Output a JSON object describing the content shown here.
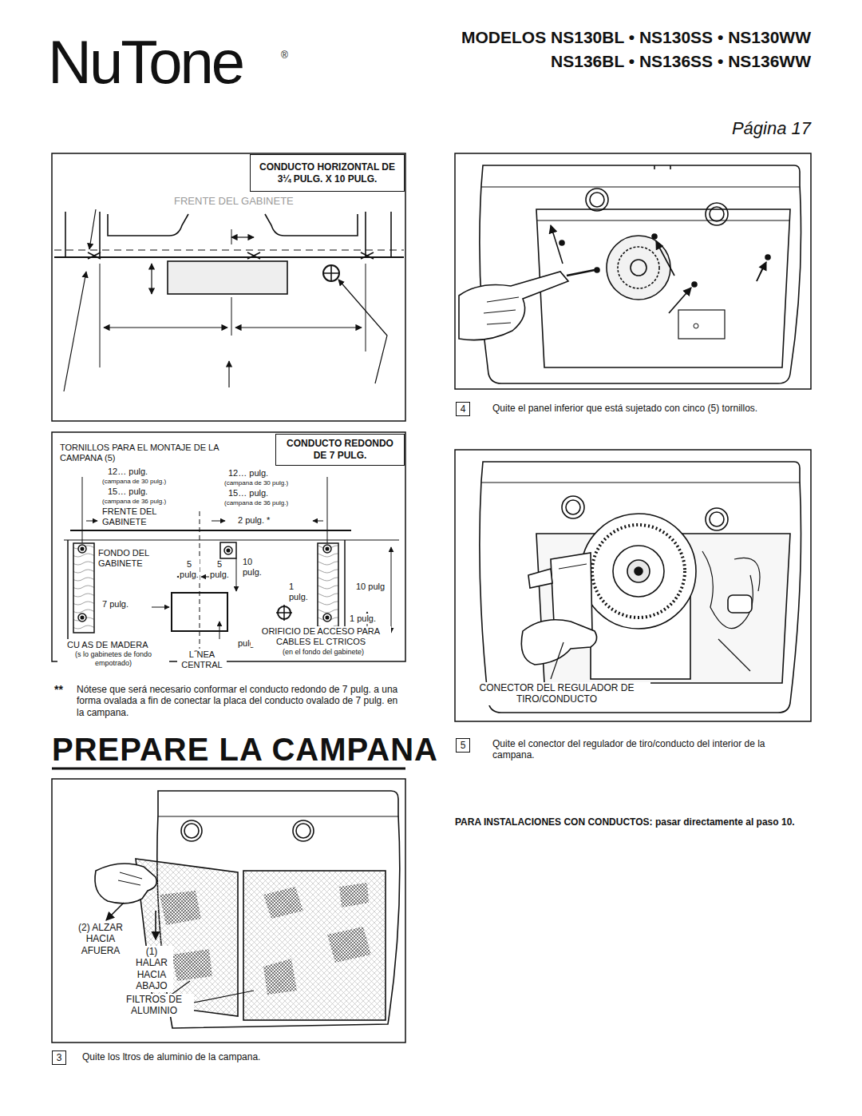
{
  "diagram": {
    "title": "PREPARE LA CAMPANA",
    "nodes": [
      {
        "text": [
          "CONDUCTO HORIZONTAL DE 3¼ PULG. X 10 PULG."
        ]
      },
      {
        "text": [
          "4"
        ]
      },
      {
        "text": [
          "CONDUCTO REDONDO DE 7 PULG."
        ]
      },
      {
        "text": [
          "5"
        ]
      },
      {
        "text": [
          "3"
        ]
      }
    ],
    "labels": [
      "NuTone",
      "®",
      "MODELOS NS130BL • NS130SS • NS130WW",
      "NS136BL • NS136SS • NS136WW",
      "Página 17",
      "FRENTE DEL GABINETE",
      "TORNILLOS PARA EL MONTAJE DE LA CAMPANA (5)",
      "12… pulg.",
      "(campana de 30 pulg.)",
      "15… pulg.",
      "(campana de 36 pulg.)",
      "12… pulg.",
      "(campana de 30 pulg.)",
      "15… pulg.",
      "(campana de 36 pulg.)",
      "FRENTE DEL GABINETE",
      "2 pulg. *",
      "FONDO DEL GABINETE",
      "5 pulg.",
      "5 pulg.",
      "10 pulg.",
      "1 pulg.",
      "10 pulg",
      "1 pulg.",
      "7 pulg.",
      "pulg.",
      "CU AS DE MADERA",
      "(s lo gabinetes de fondo empotrado)",
      "L˝NEA CENTRAL",
      "ORIFICIO DE ACCESO PARA CABLES EL CTRICOS",
      "(en el fondo del gabinete)",
      "**",
      "Nótese que será necesario conformar el conducto redondo de 7 pulg. a una forma ovalada a fin de conectar la placa del conducto ovalado de 7 pulg. en la campana.",
      "(2) ALZAR HACIA AFUERA",
      "(1) HALAR HACIA ABAJO",
      "FILTROS DE ALUMINIO",
      "Quite los ltros de aluminio de la campana.",
      "Quite el panel inferior que está sujetado con cinco (5) tornillos.",
      "CONECTOR DEL REGULADOR DE TIRO/CONDUCTO",
      "Quite el conector del regulador de tiro/conducto del interior de la campana.",
      "PARA INSTALACIONES CON CONDUCTOS: pasar directamente al paso 10."
    ]
  }
}
